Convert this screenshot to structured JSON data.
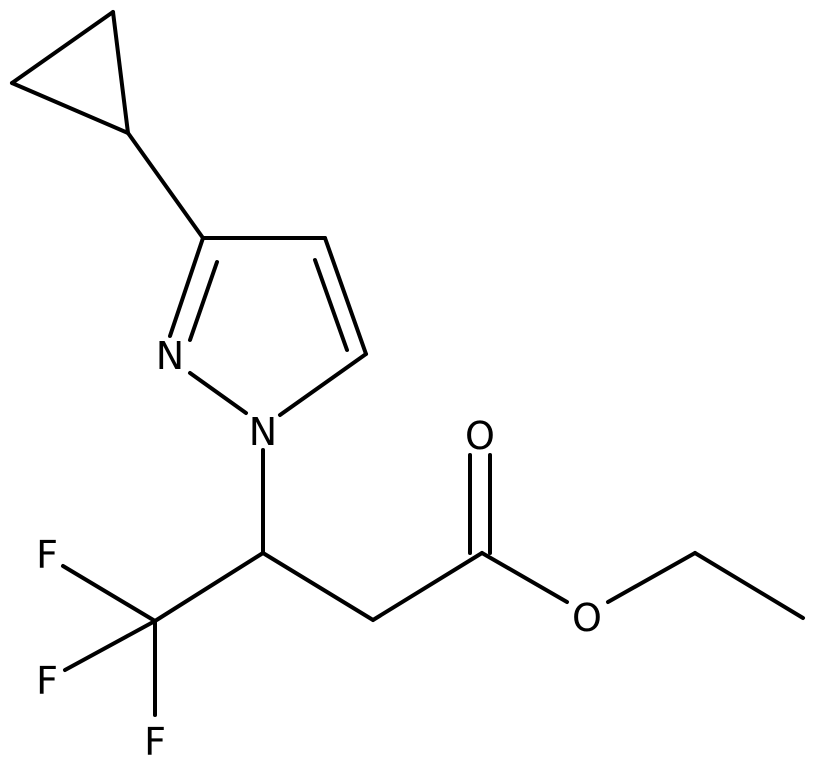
{
  "molecule": {
    "atom_labels": {
      "n2": "N",
      "n1": "N",
      "o_carbonyl": "O",
      "o_ester": "O",
      "f1": "F",
      "f2": "F",
      "f3": "F"
    },
    "colors": {
      "bond": "#000000",
      "label": "#000000",
      "background": "#ffffff"
    }
  }
}
